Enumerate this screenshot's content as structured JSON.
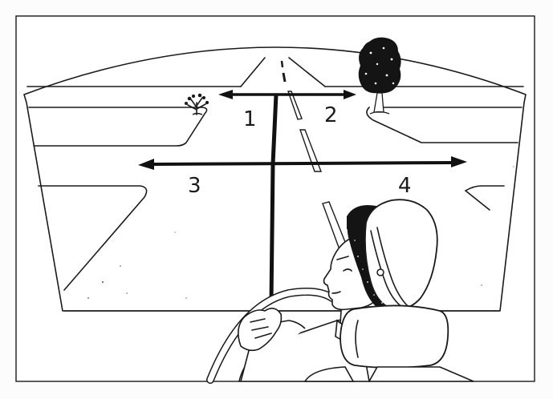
{
  "diagram": {
    "routes": [
      {
        "id": "1",
        "label": "1"
      },
      {
        "id": "2",
        "label": "2"
      },
      {
        "id": "3",
        "label": "3"
      },
      {
        "id": "4",
        "label": "4"
      }
    ]
  },
  "colors": {
    "ink": "#1a1a1a",
    "background": "#ffffff"
  },
  "icons": [
    "tree-icon",
    "bush-icon",
    "driver-figure",
    "steering-wheel",
    "headrest"
  ]
}
